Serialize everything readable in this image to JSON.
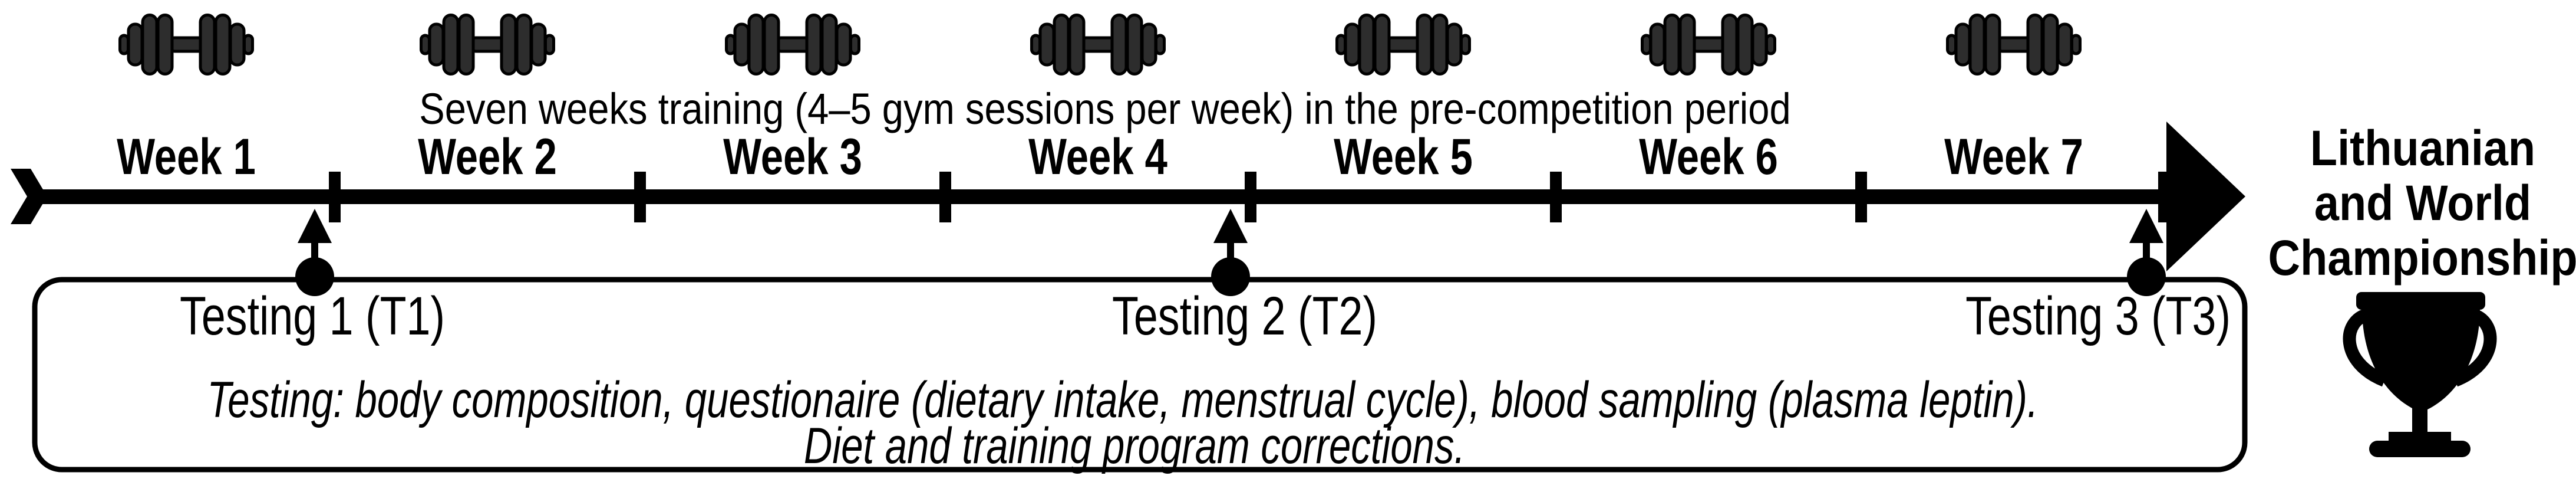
{
  "figure": {
    "title_caption": "Seven weeks training (4–5 gym sessions per week) in the pre-competition period",
    "weeks": [
      {
        "label": "Week 1"
      },
      {
        "label": "Week 2"
      },
      {
        "label": "Week 3"
      },
      {
        "label": "Week 4"
      },
      {
        "label": "Week 5"
      },
      {
        "label": "Week 6"
      },
      {
        "label": "Week 7"
      }
    ],
    "testing_points": [
      {
        "label": "Testing 1 (T1)"
      },
      {
        "label": "Testing 2 (T2)"
      },
      {
        "label": "Testing 3 (T3)"
      }
    ],
    "testing_box": {
      "line1": "Testing: body composition, questionaire (dietary intake, menstrual cycle), blood sampling (plasma leptin).",
      "line2": "Diet and training program corrections."
    },
    "destination": {
      "line1": "Lithuanian",
      "line2": "and World",
      "line3": "Championship"
    },
    "icons": {
      "gym_session": "dumbbell-icon",
      "start": "chevron-right-icon",
      "timeline_end": "arrow-head-icon",
      "testing_marker": "dot-with-up-arrow-icon",
      "award": "trophy-icon"
    },
    "colors": {
      "ink": "#000000",
      "dumbbell_fill": "#2d2d2d",
      "background": "#ffffff"
    }
  }
}
